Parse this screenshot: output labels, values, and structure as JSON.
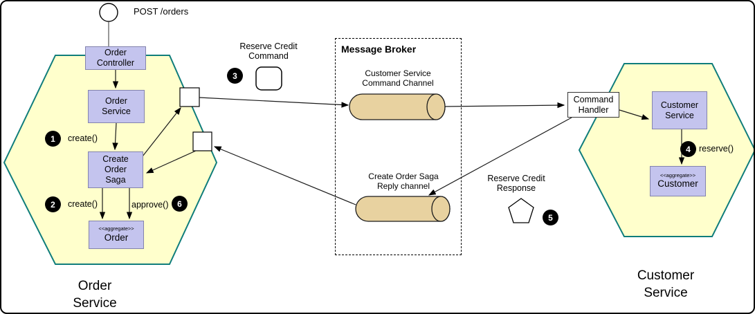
{
  "actor": {
    "label": "POST /orders"
  },
  "order_service": {
    "title": "Order\nService",
    "controller": "Order\nController",
    "service": "Order\nService",
    "saga": "Create\nOrder\nSaga",
    "aggregate": {
      "stereotype": "<<aggregate>>",
      "name": "Order"
    },
    "steps": {
      "create_service": {
        "num": "1",
        "label": "create()"
      },
      "create_order": {
        "num": "2",
        "label": "create()"
      },
      "approve_order": {
        "num": "6",
        "label": "approve()"
      }
    }
  },
  "message_broker": {
    "title": "Message Broker",
    "command_channel_label": "Customer Service\nCommand Channel",
    "reply_channel_label": "Create Order Saga\nReply channel"
  },
  "messages": {
    "reserve_credit_command": {
      "label": "Reserve Credit\nCommand",
      "step": "3"
    },
    "reserve_credit_response": {
      "label": "Reserve Credit\nResponse",
      "step": "5"
    }
  },
  "customer_service": {
    "title": "Customer\nService",
    "command_handler": "Command\nHandler",
    "service": "Customer\nService",
    "aggregate": {
      "stereotype": "<<aggregate>>",
      "name": "Customer"
    },
    "steps": {
      "reserve": {
        "num": "4",
        "label": "reserve()"
      }
    }
  },
  "colors": {
    "hexagon_fill": "#ffffcc",
    "hexagon_border": "#0f7d7b",
    "component_fill": "#c4c4ee",
    "component_border": "#8383ad",
    "channel_fill": "#e8d2a0",
    "badge_bg": "#000000"
  }
}
